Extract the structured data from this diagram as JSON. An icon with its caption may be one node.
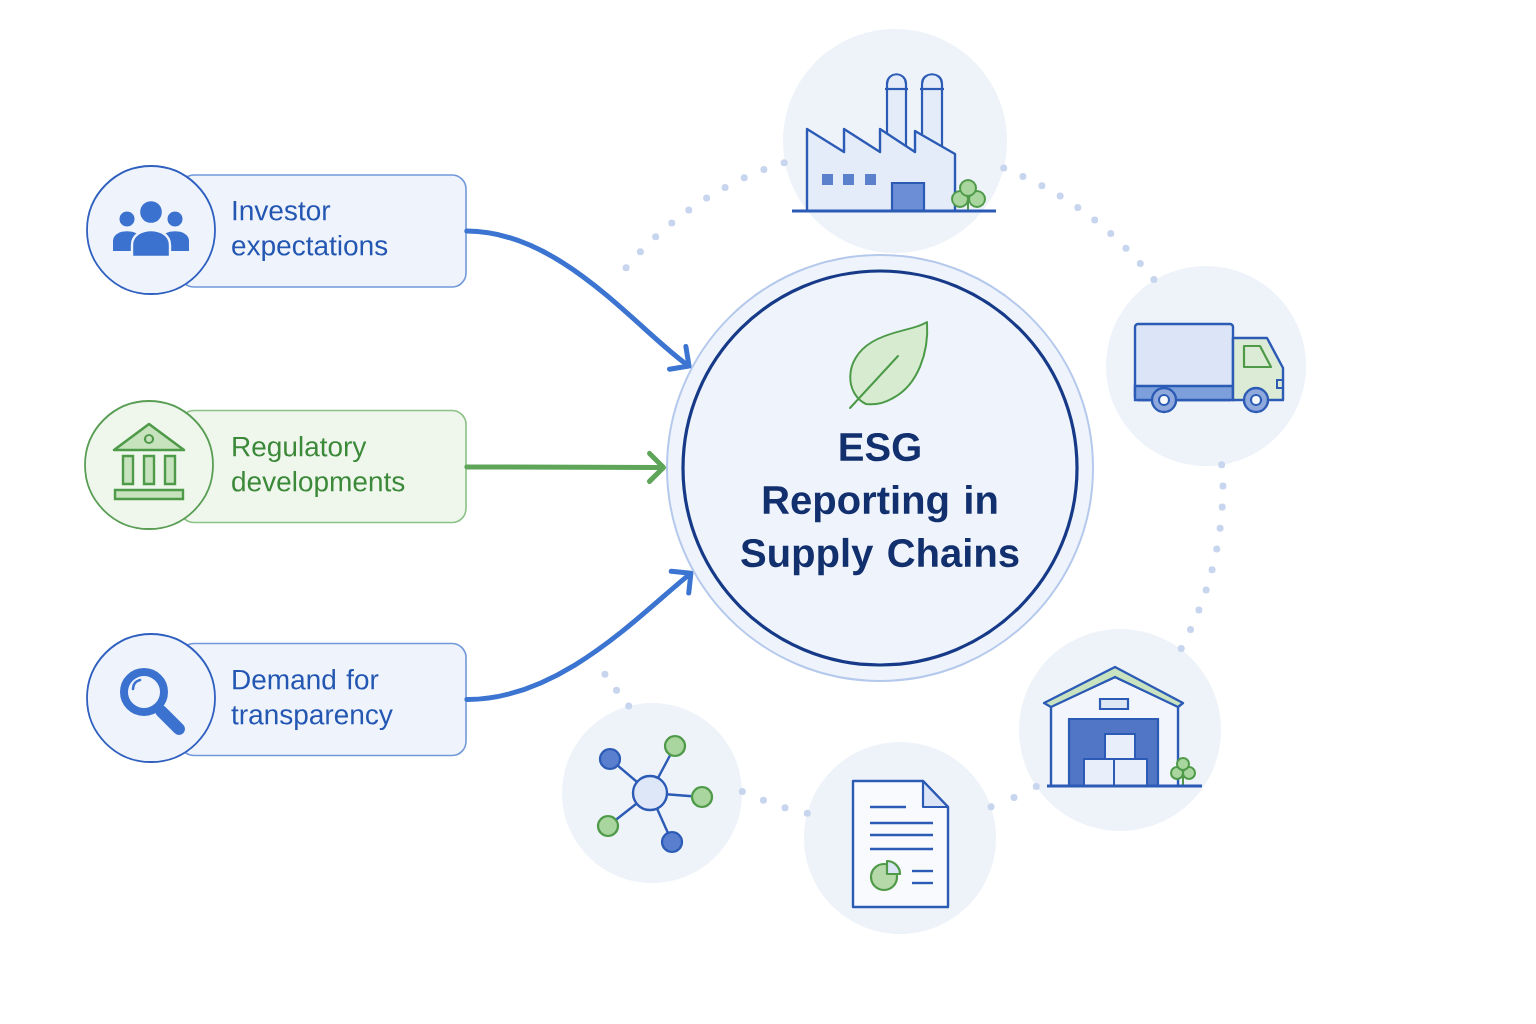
{
  "diagram": {
    "nodes": [
      {
        "text": [
          "Investor expectations"
        ]
      },
      {
        "text": [
          "Regulatory developments"
        ]
      },
      {
        "text": [
          "Demand for transparency"
        ]
      },
      {
        "text": [
          "ESG Reporting in Supply Chains"
        ]
      },
      {
        "text": [],
        "shape": "circle"
      },
      {
        "text": [],
        "shape": "circle"
      },
      {
        "text": [],
        "shape": "circle"
      },
      {
        "text": [],
        "shape": "circle"
      },
      {
        "text": [],
        "shape": "circle"
      }
    ],
    "edges": [
      {
        "from": 0,
        "to": 3,
        "arrow": "to",
        "color": "#3b74d1"
      },
      {
        "from": 1,
        "to": 3,
        "arrow": "to",
        "color": "#5ea55a"
      },
      {
        "from": 2,
        "to": 3,
        "arrow": "to",
        "color": "#3b74d1"
      },
      {
        "from": 4,
        "to": 5,
        "arrow": "none",
        "style": "dashed",
        "color": "#c8d5ee"
      },
      {
        "from": 5,
        "to": 6,
        "arrow": "none",
        "style": "dashed",
        "color": "#c8d5ee"
      },
      {
        "from": 6,
        "to": 7,
        "arrow": "none",
        "style": "dashed",
        "color": "#c8d5ee"
      },
      {
        "from": 7,
        "to": 8,
        "arrow": "none",
        "style": "dashed",
        "color": "#c8d5ee"
      },
      {
        "from": 8,
        "to": null,
        "arrow": "none",
        "style": "dashed",
        "color": "#c8d5ee"
      },
      {
        "from": null,
        "to": 4,
        "arrow": "none",
        "style": "dashed",
        "color": "#c8d5ee"
      }
    ]
  }
}
